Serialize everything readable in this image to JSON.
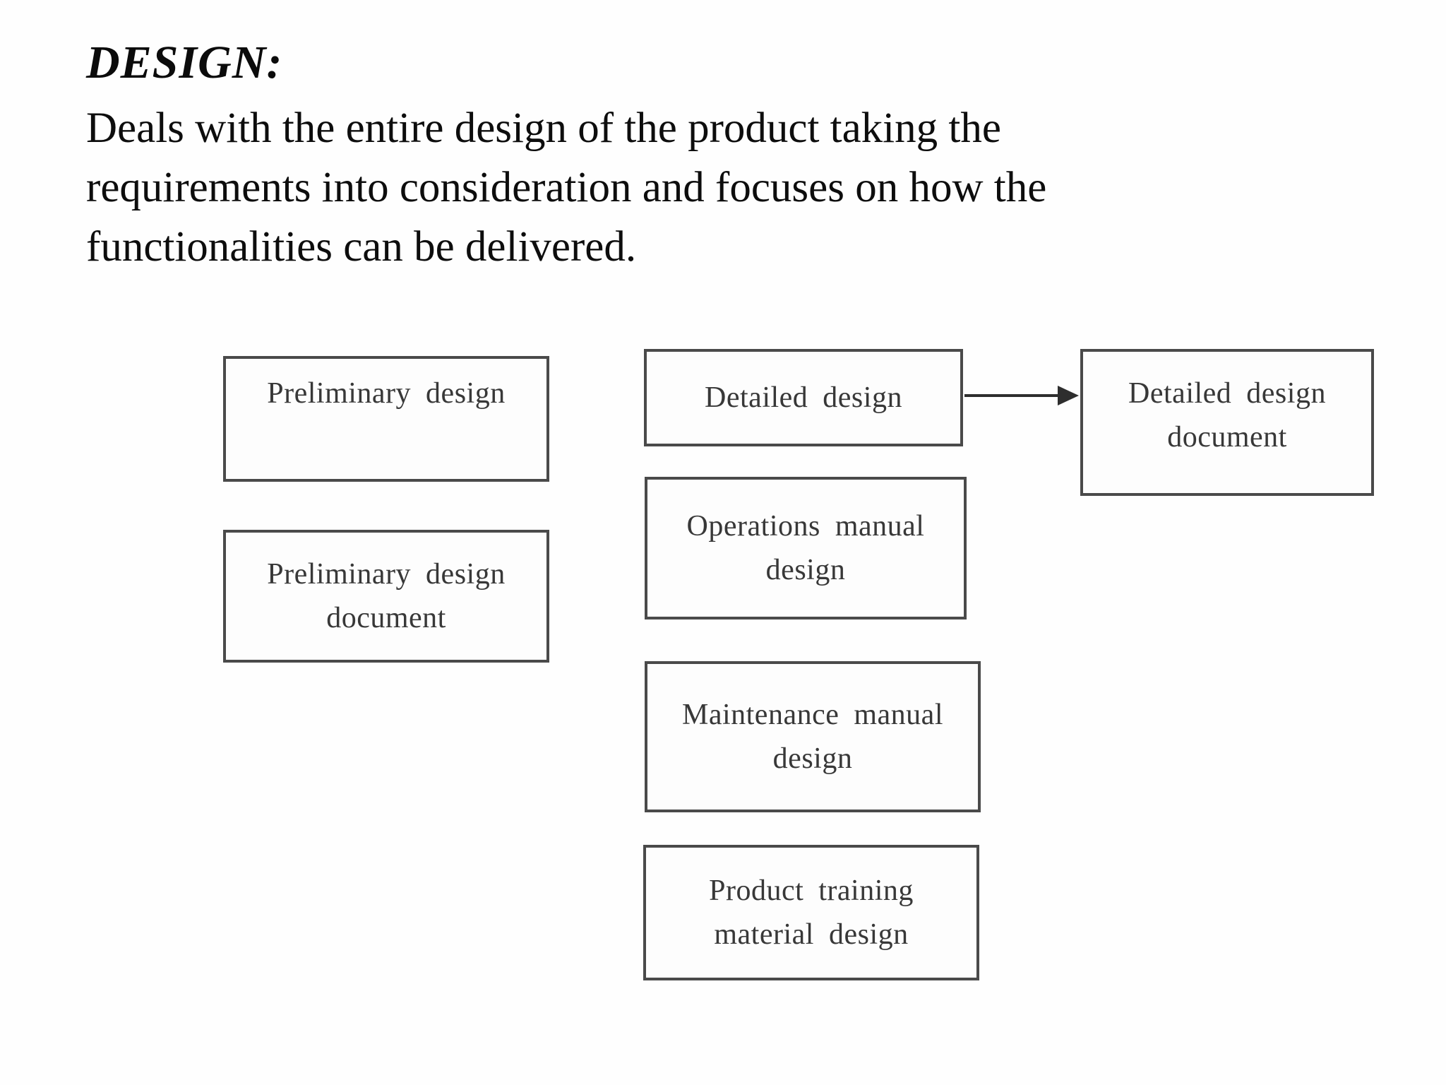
{
  "heading": "DESIGN:",
  "paragraph": {
    "lines": [
      "Deals with the entire design of the product taking the",
      "requirements into consideration and focuses on how the",
      "functionalities can be delivered."
    ]
  },
  "diagram": {
    "preliminary_design": {
      "lines": [
        "Preliminary design"
      ]
    },
    "preliminary_design_document": {
      "lines": [
        "Preliminary design",
        "document"
      ]
    },
    "detailed_design": {
      "lines": [
        "Detailed design"
      ]
    },
    "detailed_design_document": {
      "lines": [
        "Detailed design",
        "document"
      ]
    },
    "operations_manual_design": {
      "lines": [
        "Operations manual",
        "design"
      ]
    },
    "maintenance_manual_design": {
      "lines": [
        "Maintenance manual",
        "design"
      ]
    },
    "product_training_material_design": {
      "lines": [
        "Product training",
        "material design"
      ]
    },
    "arrow": {
      "from": "Detailed design",
      "to": "Detailed design document",
      "direction": "right"
    }
  },
  "colors": {
    "box_border": "#4a4a4a",
    "box_text": "#383838",
    "body_text": "#0d0d0d",
    "background": "#ffffff"
  }
}
